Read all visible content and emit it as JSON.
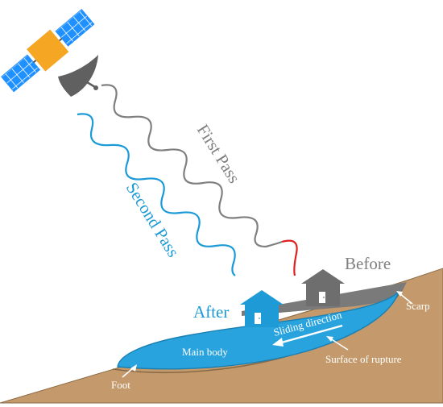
{
  "labels": {
    "first_pass": "First Pass",
    "second_pass": "Second Pass",
    "before": "Before",
    "after": "After",
    "scarp": "Scarp",
    "sliding_direction": "Sliding direction",
    "main_body": "Main body",
    "surface_of_rupture": "Surface of rupture",
    "foot": "Foot"
  },
  "icons": {
    "satellite": "satellite-icon",
    "house_before": "house-icon",
    "house_after": "house-icon"
  },
  "colors": {
    "ground": "#c49a6c",
    "ground_edge": "#8a6a45",
    "landslide": "#29a3dd",
    "landslide_edge": "#1a7fb3",
    "before_layer": "#7a7a7a",
    "first_pass_wave": "#7f7f7f",
    "first_pass_wave_tip": "#e02020",
    "second_pass_wave": "#1a9ad6",
    "house_before": "#6e6e6e",
    "house_after": "#1e9bd7",
    "satellite_panel": "#1e90ff",
    "satellite_body": "#f5a623",
    "satellite_dish": "#606060",
    "label_dark": "#ffffff",
    "label_grey": "#7f7f7f",
    "label_blue": "#1a9ad6"
  }
}
